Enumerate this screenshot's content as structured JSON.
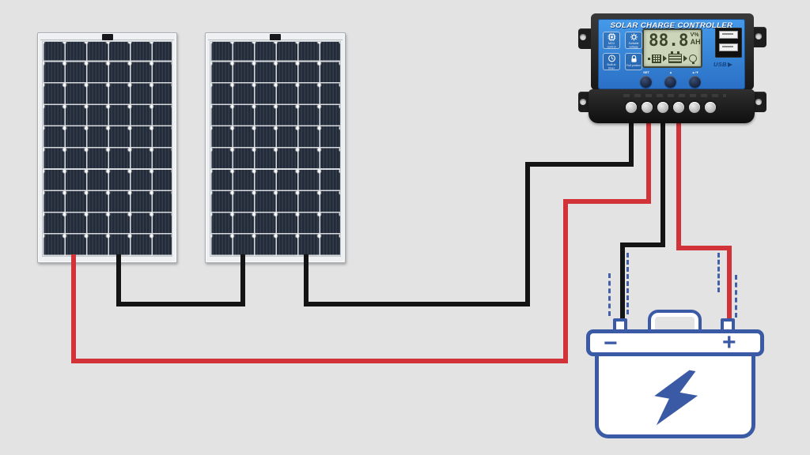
{
  "colors": {
    "background": "#e3e3e3",
    "wire_red": "#d23338",
    "wire_black": "#141414",
    "battery_blue": "#3a5aa5",
    "lcd_bg": "#ccd5ba",
    "lcd_ink": "#3c4429"
  },
  "panels": {
    "count": 2,
    "columns": 6,
    "rows": 10
  },
  "controller": {
    "title": "SOLAR CHARGE CONTROLLER",
    "lcd": {
      "value": "88.8",
      "unit_top": "V%",
      "unit_bottom": "AH"
    },
    "features": [
      {
        "label": "MCU control"
      },
      {
        "label": "Suitable voltage"
      },
      {
        "label": "Built-in timer"
      },
      {
        "label": "Full protect"
      }
    ],
    "buttons": [
      {
        "label": "SET"
      },
      {
        "label": "▲"
      },
      {
        "label": "▲/▼"
      }
    ],
    "usb_label": "USB",
    "terminal_count": 6
  },
  "battery": {
    "negative_label": "−",
    "positive_label": "+"
  },
  "wires": [
    {
      "name": "panel1-to-panel2-series-link",
      "color": "black",
      "segments": [
        [
          147,
          322,
          6,
          66
        ],
        [
          147,
          382,
          163,
          6
        ],
        [
          304,
          322,
          6,
          66
        ]
      ]
    },
    {
      "name": "panel2-to-controller-solar-negative",
      "color": "black",
      "segments": [
        [
          384,
          322,
          6,
          66
        ],
        [
          384,
          382,
          286,
          6
        ],
        [
          664,
          205,
          6,
          183
        ],
        [
          664,
          205,
          134,
          6
        ],
        [
          795,
          138,
          6,
          73
        ]
      ]
    },
    {
      "name": "panel1-to-controller-solar-positive",
      "color": "red",
      "segments": [
        [
          90,
          322,
          6,
          138
        ],
        [
          90,
          454,
          628,
          6
        ],
        [
          712,
          252,
          6,
          208
        ],
        [
          712,
          252,
          111,
          6
        ],
        [
          817,
          138,
          6,
          120
        ]
      ]
    },
    {
      "name": "controller-to-battery-negative",
      "color": "black",
      "segments": [
        [
          835,
          138,
          6,
          175
        ],
        [
          784,
          307,
          57,
          6
        ],
        [
          784,
          307,
          6,
          100
        ]
      ]
    },
    {
      "name": "controller-to-battery-positive",
      "color": "red",
      "segments": [
        [
          855,
          138,
          6,
          179
        ],
        [
          855,
          311,
          70,
          6
        ],
        [
          919,
          311,
          6,
          96
        ]
      ]
    }
  ],
  "battery_guides": [
    [
      769,
      346,
      54
    ],
    [
      792,
      320,
      78
    ],
    [
      907,
      320,
      50
    ],
    [
      929,
      348,
      54
    ]
  ]
}
